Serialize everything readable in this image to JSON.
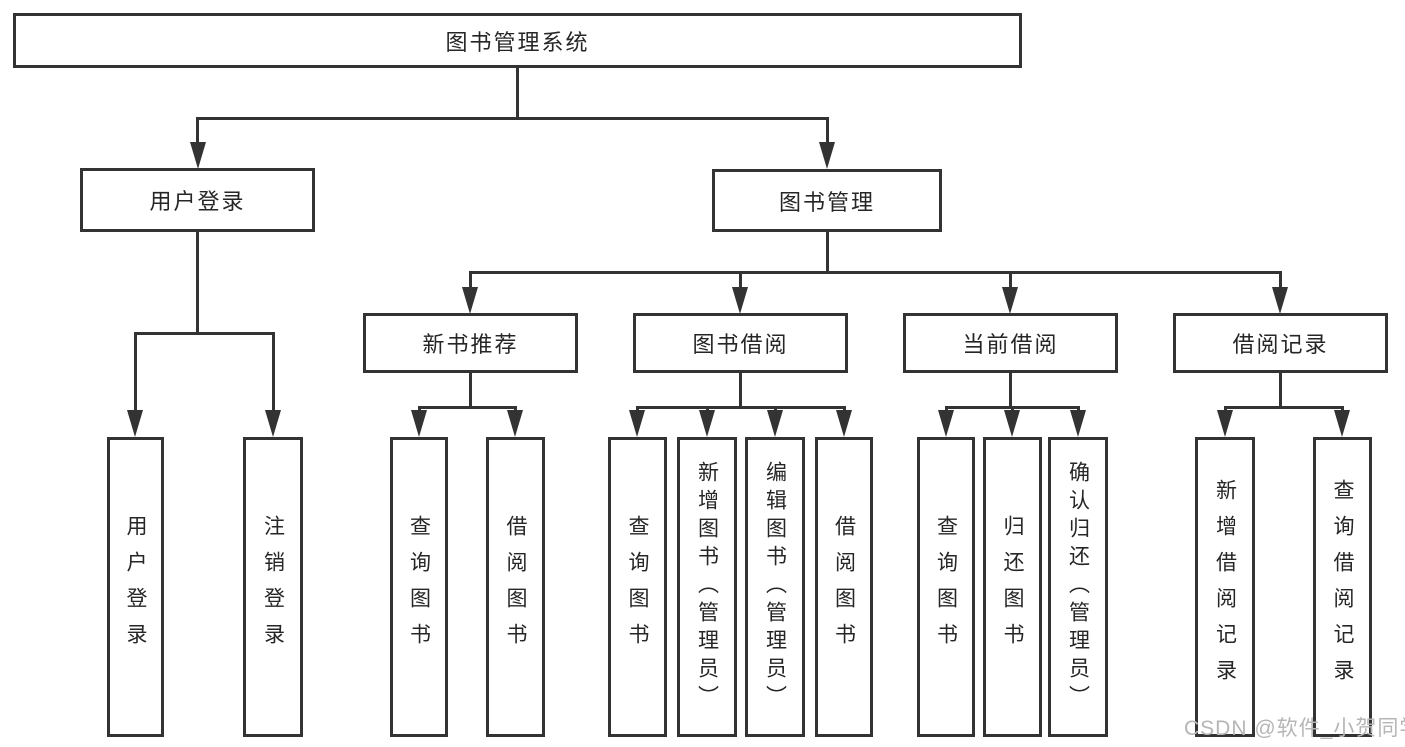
{
  "colors": {
    "line": "#333333",
    "text": "#262626",
    "background": "#ffffff",
    "watermark": "#b6b6b6"
  },
  "tree": {
    "label": "图书管理系统",
    "children": [
      {
        "label": "用户登录",
        "children": [
          {
            "label": "用户登录"
          },
          {
            "label": "注销登录"
          }
        ]
      },
      {
        "label": "图书管理",
        "children": [
          {
            "label": "新书推荐",
            "children": [
              {
                "label": "查询图书"
              },
              {
                "label": "借阅图书"
              }
            ]
          },
          {
            "label": "图书借阅",
            "children": [
              {
                "label": "查询图书"
              },
              {
                "label": "新增图书（管理员）"
              },
              {
                "label": "编辑图书（管理员）"
              },
              {
                "label": "借阅图书"
              }
            ]
          },
          {
            "label": "当前借阅",
            "children": [
              {
                "label": "查询图书"
              },
              {
                "label": "归还图书"
              },
              {
                "label": "确认归还（管理员）"
              }
            ]
          },
          {
            "label": "借阅记录",
            "children": [
              {
                "label": "新增借阅记录"
              },
              {
                "label": "查询借阅记录"
              }
            ]
          }
        ]
      }
    ]
  },
  "watermark": {
    "text": "CSDN @软件_小贺同学"
  }
}
